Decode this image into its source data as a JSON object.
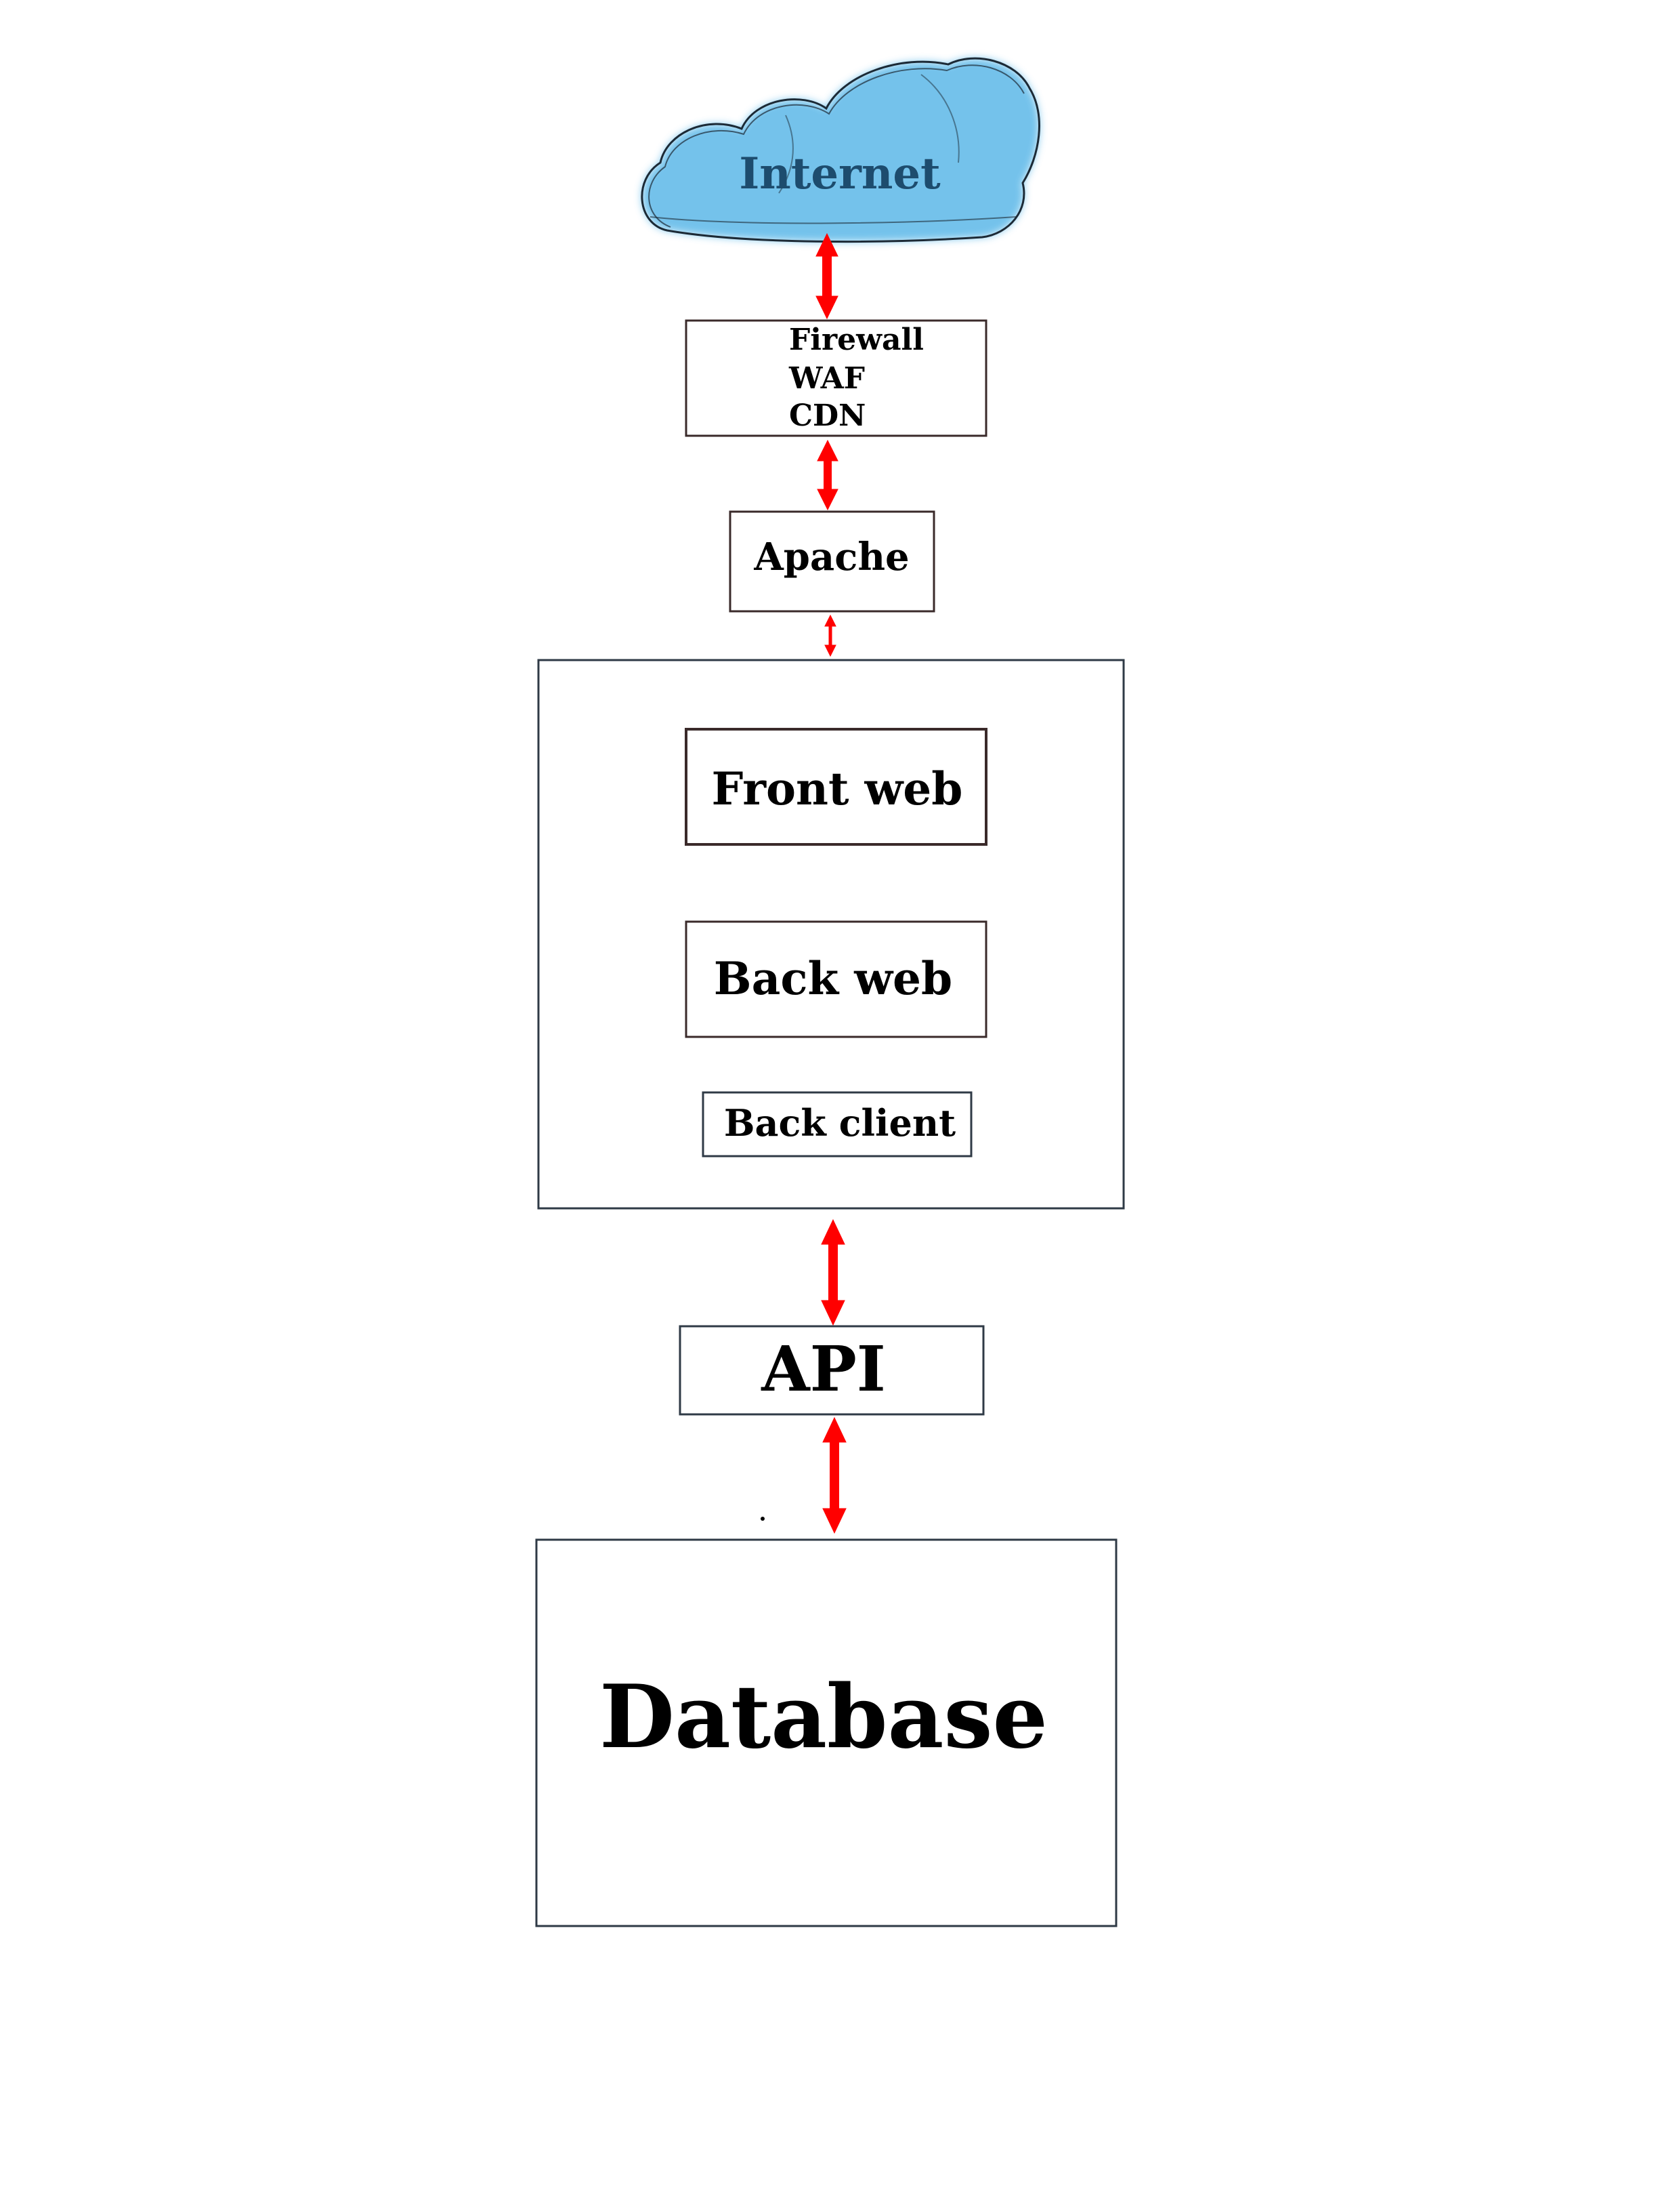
{
  "colors": {
    "cloud_fill": "#5bb8e8",
    "cloud_text": "#1d4c6e",
    "arrow": "#ff0000",
    "box_border": "#3a2a2a",
    "container_border": "#2f3a46"
  },
  "cloud": {
    "label": "Internet",
    "icon": "cloud-icon"
  },
  "security_box": {
    "lines": [
      "Firewall",
      "WAF",
      "CDN"
    ]
  },
  "apache_box": {
    "label": "Apache"
  },
  "app_container": {
    "front_web": {
      "label": "Front web"
    },
    "back_web": {
      "label": "Back web"
    },
    "back_client": {
      "label": "Back client"
    }
  },
  "api_box": {
    "label": "API"
  },
  "database_box": {
    "label": "Database"
  }
}
